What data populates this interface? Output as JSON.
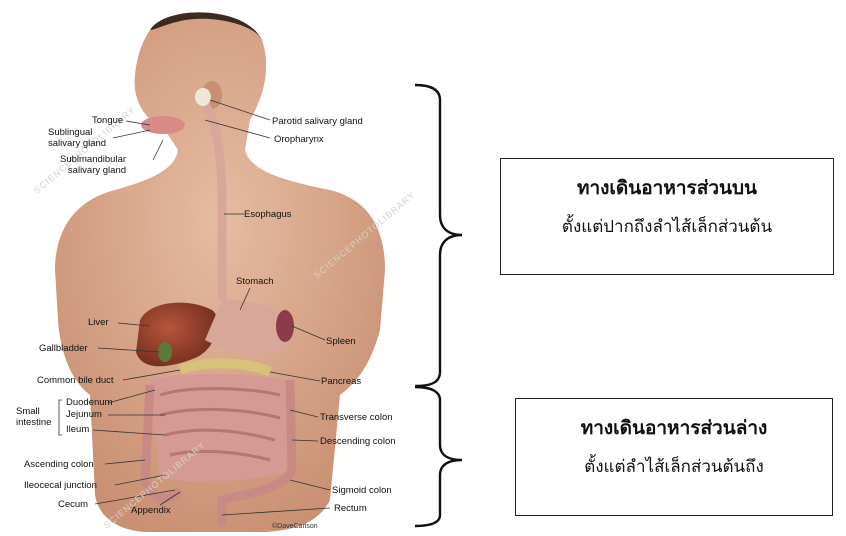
{
  "anatomy_labels": {
    "tongue": "Tongue",
    "sublingual": "Sublingual\nsalivary gland",
    "submandibular": "Sublmandibular\nsalivary gland",
    "parotid": "Parotid salivary gland",
    "oropharynx": "Oropharynx",
    "esophagus": "Esophagus",
    "stomach": "Stomach",
    "liver": "Liver",
    "gallbladder": "Gallbladder",
    "spleen": "Spleen",
    "common_bile_duct": "Common bile duct",
    "pancreas": "Pancreas",
    "small_intestine": "Small\nintestine",
    "duodenum": "Duodenum",
    "jejunum": "Jejunum",
    "ileum": "Ileum",
    "transverse_colon": "Transverse colon",
    "descending_colon": "Descending colon",
    "ascending_colon": "Ascending colon",
    "ileocecal_junction": "Ileocecal junction",
    "sigmoid_colon": "Sigmoid colon",
    "cecum": "Cecum",
    "appendix": "Appendix",
    "rectum": "Rectum"
  },
  "credit": "©DaveCarlson",
  "watermark": "SCIENCEPHOTOLIBRARY",
  "upper_box": {
    "title": "ทางเดินอาหารส่วนบน",
    "subtitle": "ตั้งแต่ปากถึงลำไส้เล็กส่วนต้น"
  },
  "lower_box": {
    "title": "ทางเดินอาหารส่วนล่าง",
    "subtitle": "ตั้งแต่ลำไส้เล็กส่วนต้นถึง"
  },
  "colors": {
    "skin": "#d9a98b",
    "liver": "#8c3b2a",
    "stomach": "#d9a79a",
    "intestine": "#d69a95",
    "gallbladder": "#5d7a3a",
    "pancreas": "#d8c27a"
  }
}
